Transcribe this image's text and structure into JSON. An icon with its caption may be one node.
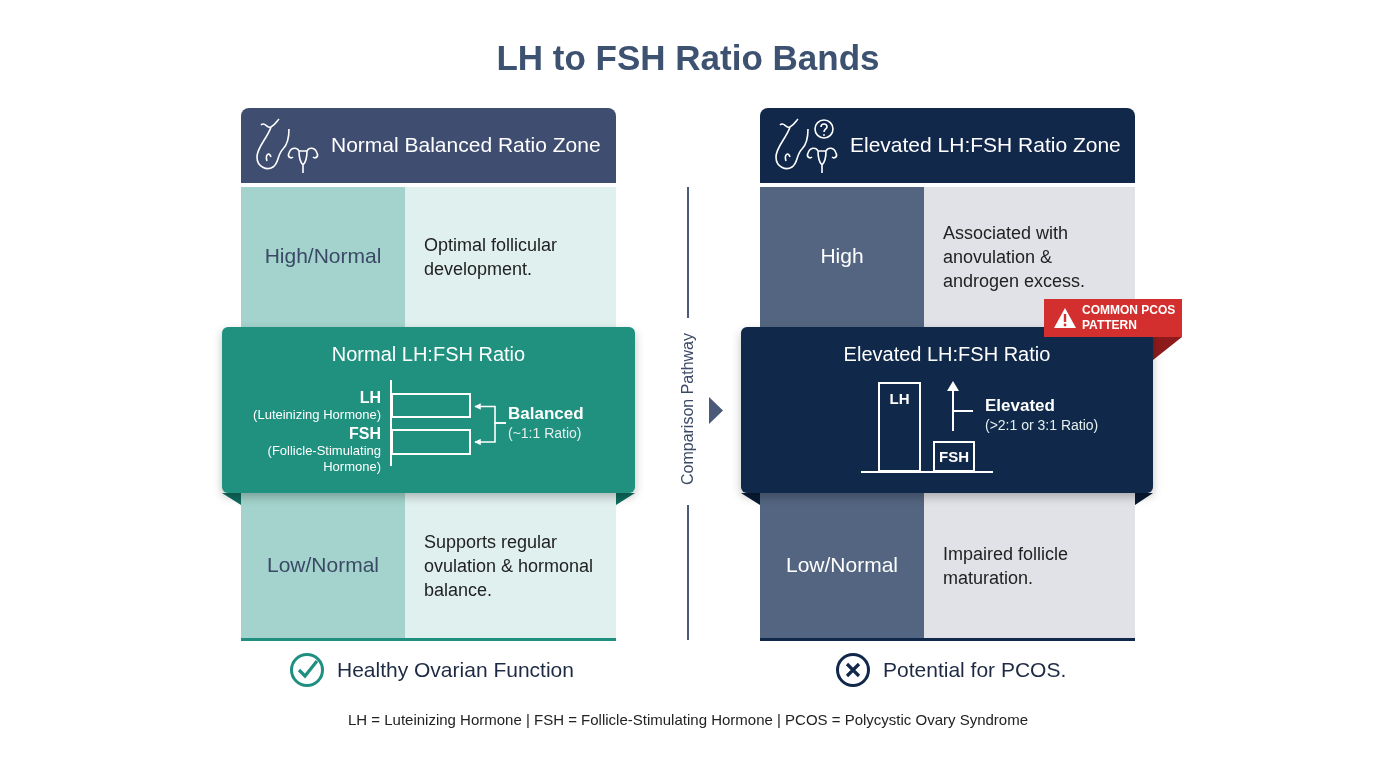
{
  "diagram": {
    "title": "LH to FSH Ratio Bands",
    "caption": "LH = Luteinizing Hormone | FSH = Follicle-Stimulating Hormone | PCOS = Polycystic Ovary Syndrome",
    "nodes": [
      {
        "text": [
          "Normal Balanced Ratio Zone"
        ]
      },
      {
        "text": [
          "High/Normal"
        ]
      },
      {
        "text": [
          "Optimal follicular development."
        ]
      },
      {
        "text": [
          "Normal LH:FSH Ratio"
        ]
      },
      {
        "text": [],
        "shape": "bar",
        "in": 3,
        "beside": [
          "LH",
          "(Luteinizing Hormone)"
        ]
      },
      {
        "text": [],
        "shape": "bar",
        "in": 3,
        "beside": [
          "FSH",
          "(Follicle-Stimulating Hormone)"
        ]
      },
      {
        "text": [
          "Balanced",
          "(~1:1 Ratio)"
        ],
        "in": 3
      },
      {
        "text": [
          "Low/Normal"
        ]
      },
      {
        "text": [
          "Supports regular ovulation & hormonal balance."
        ]
      },
      {
        "text": [
          "Elevated LH:FSH Ratio Zone"
        ]
      },
      {
        "text": [
          "High"
        ]
      },
      {
        "text": [
          "Associated with anovulation & androgen excess."
        ]
      },
      {
        "text": [
          "Elevated LH:FSH Ratio"
        ]
      },
      {
        "text": [
          "LH"
        ],
        "in": 12
      },
      {
        "text": [
          "FSH"
        ],
        "in": 12
      },
      {
        "text": [
          "Elevated",
          "(>2:1 or 3:1 Ratio)"
        ],
        "in": 12
      },
      {
        "text": [
          "COMMON PCOS PATTERN"
        ]
      },
      {
        "text": [
          "Low/Normal"
        ]
      },
      {
        "text": [
          "Impaired follicle maturation."
        ]
      }
    ],
    "edges": [
      {
        "from": 6,
        "to": 4,
        "arrow": "to"
      },
      {
        "from": 6,
        "to": 5,
        "arrow": "to"
      }
    ],
    "labels": [
      "Comparison Pathway",
      "Healthy Ovarian Function",
      "Potential for PCOS."
    ]
  }
}
